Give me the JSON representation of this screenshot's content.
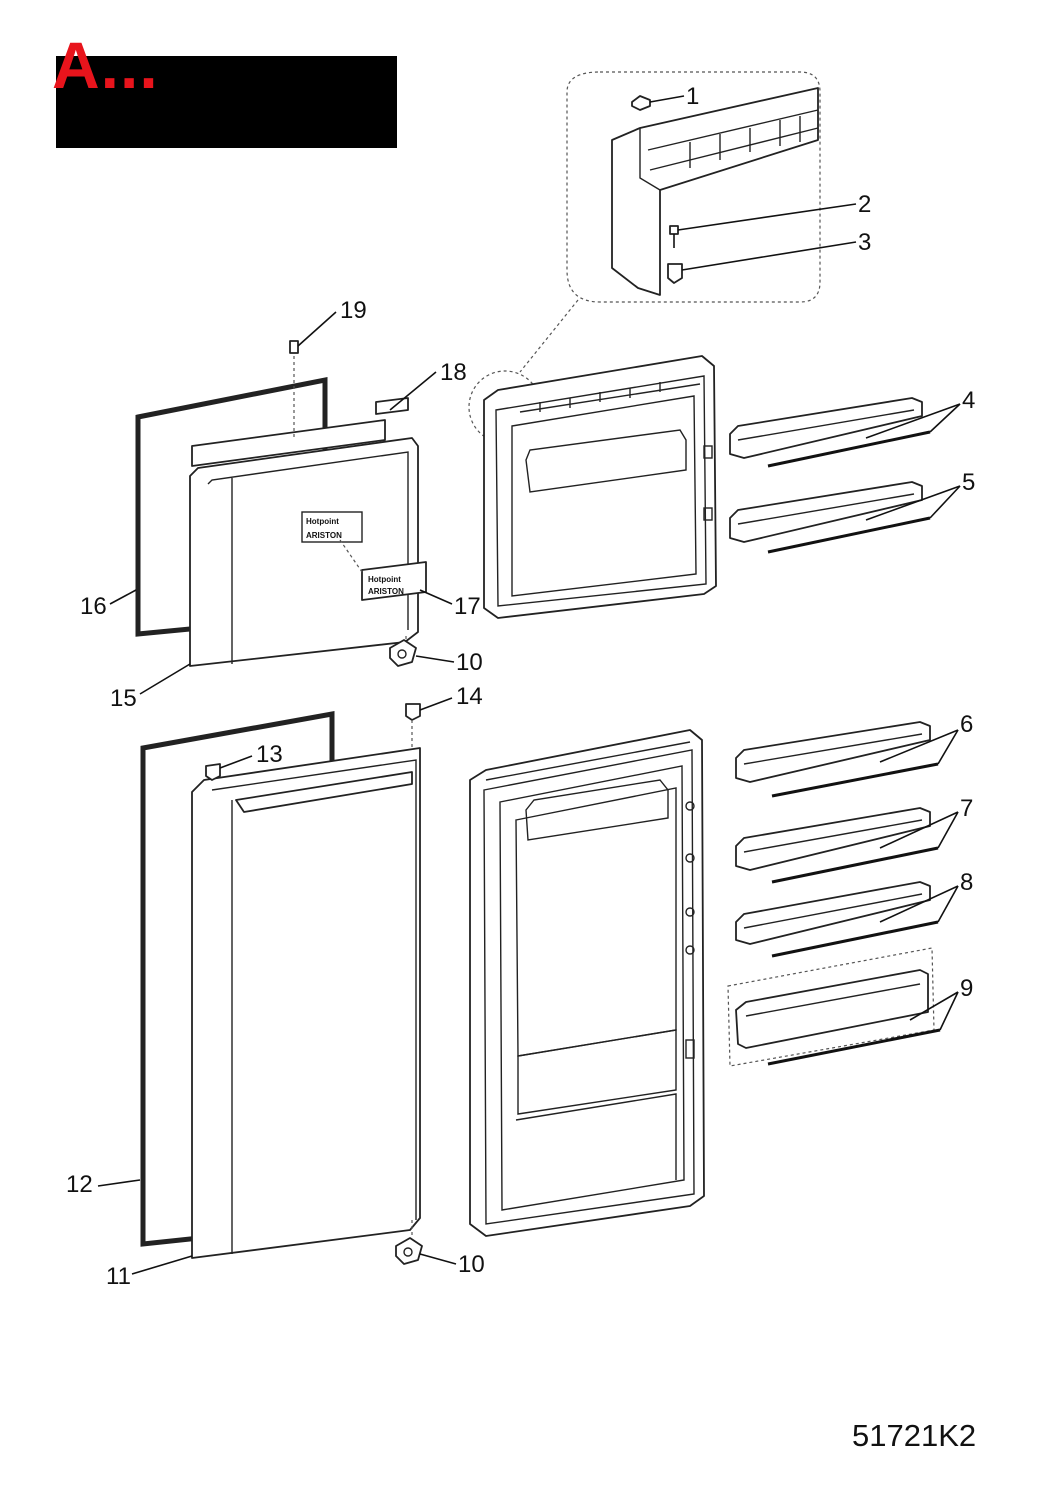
{
  "header": {
    "title": "A..."
  },
  "document": {
    "code": "51721K2"
  },
  "labels": [
    "1",
    "2",
    "3",
    "4",
    "5",
    "6",
    "7",
    "8",
    "9",
    "10",
    "10",
    "11",
    "12",
    "13",
    "14",
    "15",
    "16",
    "17",
    "18",
    "19"
  ],
  "brand": {
    "name1": "Hotpoint",
    "name2": "ARISTON"
  },
  "colors": {
    "title": "#e8141c",
    "header_bar": "#000000"
  }
}
